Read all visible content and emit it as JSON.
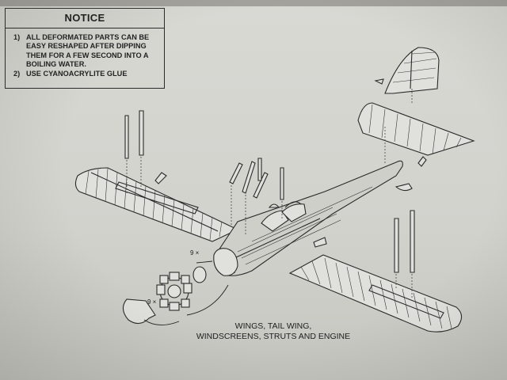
{
  "notice": {
    "title": "NOTICE",
    "items": [
      {
        "number": "1)",
        "text": "ALL DEFORMATED PARTS CAN BE EASY RESHAPED AFTER DIPPING THEM FOR A FEW SECOND INTO A BOILING WATER."
      },
      {
        "number": "2)",
        "text": "USE CYANOACRYLITE GLUE"
      }
    ]
  },
  "drawing": {
    "caption_line1": "WINGS, TAIL WING,",
    "caption_line2": "WINDSCREENS, STRUTS AND ENGINE",
    "marks": {
      "engine_qty": "9 ×",
      "engine_qty_2": "9 ×"
    }
  }
}
